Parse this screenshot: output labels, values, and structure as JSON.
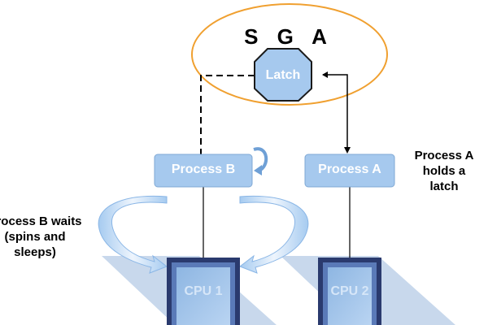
{
  "sga": {
    "title": "S G A"
  },
  "latch": {
    "label": "Latch"
  },
  "process_b": {
    "label": "Process B"
  },
  "process_a": {
    "label": "Process A"
  },
  "cpu1": {
    "label": "CPU 1"
  },
  "cpu2": {
    "label": "CPU 2"
  },
  "notes": {
    "process_a": [
      "Process A",
      "holds a",
      "latch"
    ],
    "process_b": [
      "Process B waits",
      "(spins and",
      "sleeps)"
    ]
  },
  "colors": {
    "sga_outline": "#f0a030",
    "node_fill": "#a6c9ee",
    "node_stroke": "#7fa8d4",
    "cpu_frame": "#2a3a6e",
    "shadow": "#c8d8ec"
  }
}
